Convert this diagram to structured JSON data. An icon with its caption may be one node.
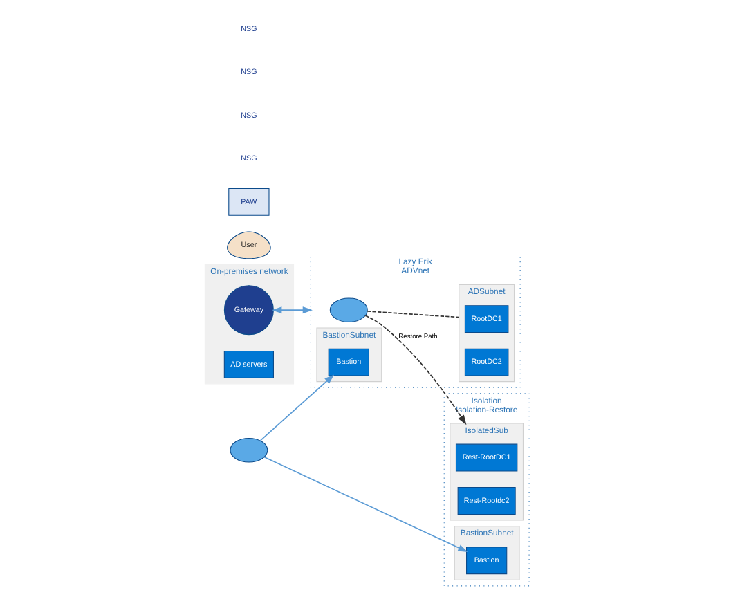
{
  "diagram": {
    "nodes": [
      {
        "text": [
          "On-premises network"
        ]
      },
      {
        "text": [
          "Gateway"
        ],
        "in": 0
      },
      {
        "text": [
          "AD servers"
        ],
        "in": 0
      },
      {
        "text": [
          "Lazy Erik",
          "ADVnet"
        ]
      },
      {
        "text": [],
        "shape": "cloud",
        "in": 3
      },
      {
        "text": [
          "BastionSubnet"
        ],
        "in": 3
      },
      {
        "text": [
          "Bastion"
        ],
        "in": 5
      },
      {
        "text": [
          "ADSubnet"
        ],
        "in": 3
      },
      {
        "text": [
          "RootDC1"
        ],
        "in": 7
      },
      {
        "text": [
          "RootDC2"
        ],
        "in": 7
      },
      {
        "text": [
          "User"
        ]
      },
      {
        "text": [
          "PAW"
        ]
      },
      {
        "text": [],
        "shape": "cloud"
      },
      {
        "text": [
          "Isolation",
          "Isolation-Restore"
        ]
      },
      {
        "text": [
          "BastionSubnet"
        ],
        "in": 13
      },
      {
        "text": [
          "Bastion"
        ],
        "in": 14
      },
      {
        "text": [
          "IsolatedSub"
        ],
        "in": 13
      },
      {
        "text": [
          "Rest-RootDC1"
        ],
        "in": 16
      },
      {
        "text": [
          "Rest-Rootdc2"
        ],
        "in": 16
      }
    ],
    "edges": [
      {
        "from": 1,
        "to": 3,
        "arrow": "both"
      },
      {
        "from": 12,
        "to": 6,
        "arrow": "to"
      },
      {
        "from": 12,
        "to": 15,
        "arrow": "to"
      },
      {
        "from": 4,
        "to": 7,
        "arrow": "none",
        "style": "dashed",
        "color": "#333333"
      },
      {
        "from": 4,
        "to": 16,
        "arrow": "to",
        "style": "dashed",
        "color": "#333333",
        "label": "Restore Path"
      }
    ],
    "labels": [
      "NSG",
      "NSG",
      "NSG",
      "NSG"
    ]
  }
}
